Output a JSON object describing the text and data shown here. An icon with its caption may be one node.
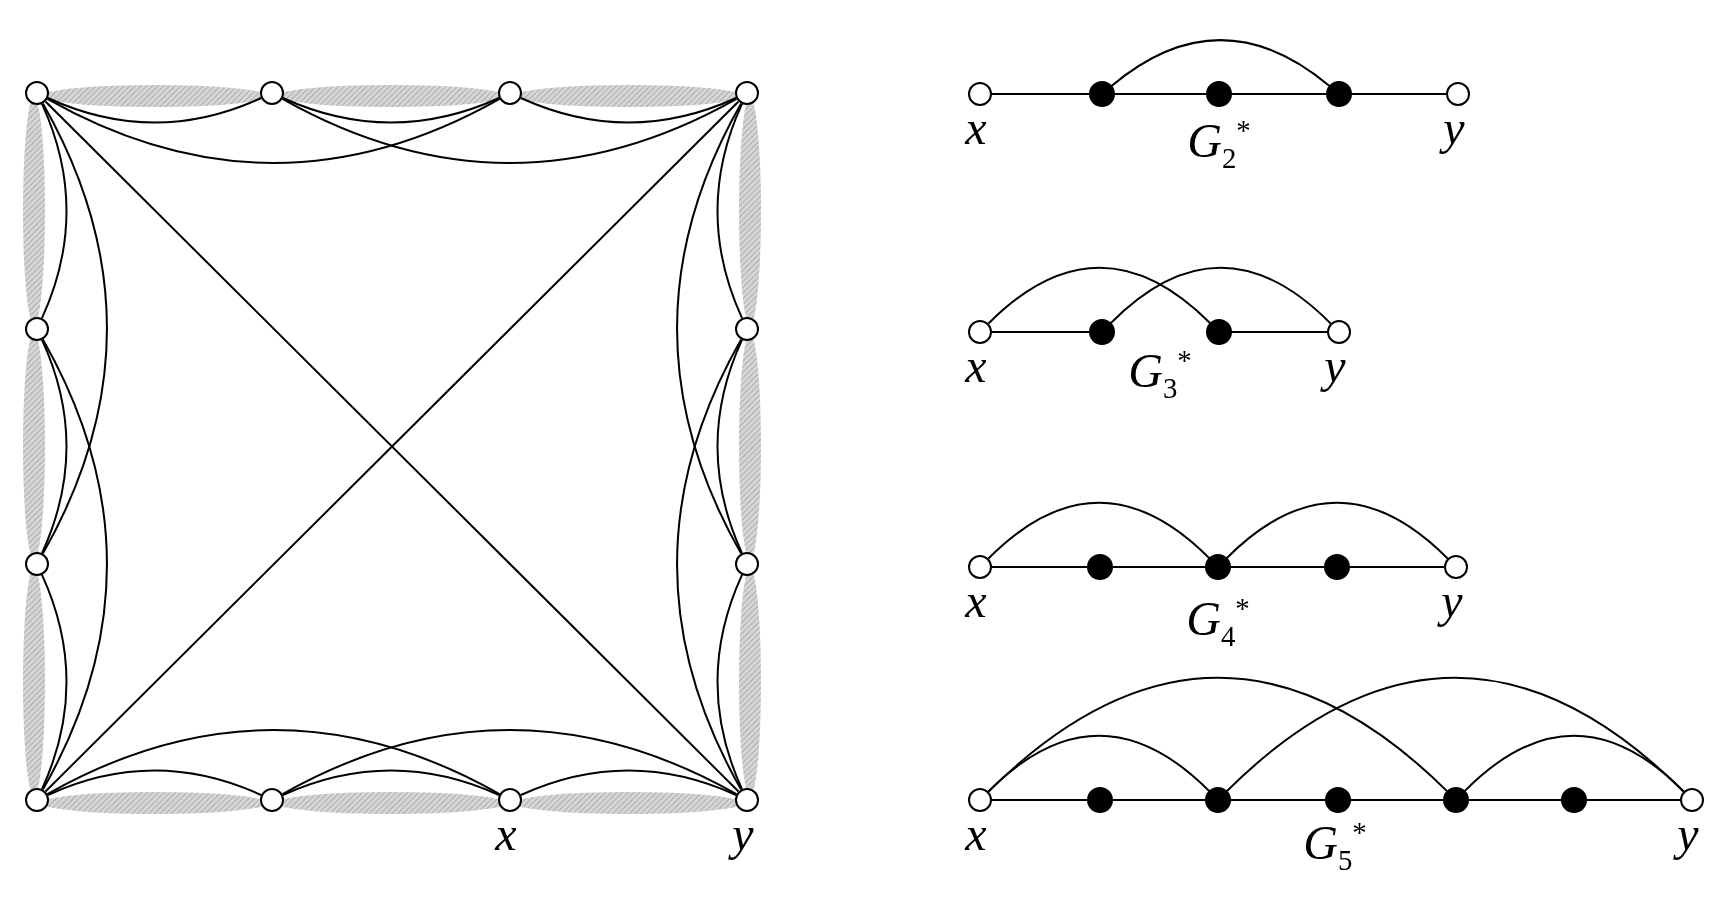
{
  "diagram": {
    "nodes": [
      {
        "text": [],
        "shape": "circle"
      },
      {
        "text": [],
        "shape": "circle"
      },
      {
        "text": [],
        "shape": "circle"
      },
      {
        "text": [],
        "shape": "circle"
      },
      {
        "text": [],
        "shape": "circle"
      },
      {
        "text": [],
        "shape": "circle"
      },
      {
        "text": [],
        "shape": "circle"
      },
      {
        "text": [],
        "shape": "circle"
      },
      {
        "text": [],
        "shape": "circle"
      },
      {
        "text": [],
        "shape": "circle"
      },
      {
        "text": [],
        "shape": "circle",
        "beside": [
          "x"
        ]
      },
      {
        "text": [],
        "shape": "circle",
        "beside": [
          "y"
        ]
      },
      {
        "text": [],
        "shape": "circle",
        "beside": [
          "x"
        ]
      },
      {
        "text": [],
        "shape": "dot"
      },
      {
        "text": [],
        "shape": "dot"
      },
      {
        "text": [],
        "shape": "dot"
      },
      {
        "text": [],
        "shape": "circle",
        "beside": [
          "y"
        ]
      },
      {
        "text": [],
        "shape": "circle",
        "beside": [
          "x"
        ]
      },
      {
        "text": [],
        "shape": "dot"
      },
      {
        "text": [],
        "shape": "dot"
      },
      {
        "text": [],
        "shape": "circle",
        "beside": [
          "y"
        ]
      },
      {
        "text": [],
        "shape": "circle",
        "beside": [
          "x"
        ]
      },
      {
        "text": [],
        "shape": "dot"
      },
      {
        "text": [],
        "shape": "dot"
      },
      {
        "text": [],
        "shape": "dot"
      },
      {
        "text": [],
        "shape": "circle",
        "beside": [
          "y"
        ]
      },
      {
        "text": [],
        "shape": "circle",
        "beside": [
          "x"
        ]
      },
      {
        "text": [],
        "shape": "dot"
      },
      {
        "text": [],
        "shape": "dot"
      },
      {
        "text": [],
        "shape": "dot"
      },
      {
        "text": [],
        "shape": "dot"
      },
      {
        "text": [],
        "shape": "dot"
      },
      {
        "text": [],
        "shape": "circle",
        "beside": [
          "y"
        ]
      }
    ],
    "edges": [
      {
        "from": 0,
        "to": 1,
        "arrow": "none"
      },
      {
        "from": 1,
        "to": 2,
        "arrow": "none"
      },
      {
        "from": 2,
        "to": 3,
        "arrow": "none"
      },
      {
        "from": 0,
        "to": 2,
        "arrow": "none"
      },
      {
        "from": 1,
        "to": 3,
        "arrow": "none"
      },
      {
        "from": 0,
        "to": 4,
        "arrow": "none"
      },
      {
        "from": 4,
        "to": 6,
        "arrow": "none"
      },
      {
        "from": 6,
        "to": 8,
        "arrow": "none"
      },
      {
        "from": 0,
        "to": 6,
        "arrow": "none"
      },
      {
        "from": 4,
        "to": 8,
        "arrow": "none"
      },
      {
        "from": 3,
        "to": 5,
        "arrow": "none"
      },
      {
        "from": 5,
        "to": 7,
        "arrow": "none"
      },
      {
        "from": 7,
        "to": 11,
        "arrow": "none"
      },
      {
        "from": 3,
        "to": 7,
        "arrow": "none"
      },
      {
        "from": 5,
        "to": 11,
        "arrow": "none"
      },
      {
        "from": 8,
        "to": 9,
        "arrow": "none"
      },
      {
        "from": 9,
        "to": 10,
        "arrow": "none"
      },
      {
        "from": 10,
        "to": 11,
        "arrow": "none"
      },
      {
        "from": 8,
        "to": 10,
        "arrow": "none"
      },
      {
        "from": 9,
        "to": 11,
        "arrow": "none"
      },
      {
        "from": 0,
        "to": 11,
        "arrow": "none"
      },
      {
        "from": 3,
        "to": 8,
        "arrow": "none"
      },
      {
        "from": 12,
        "to": 13,
        "arrow": "none"
      },
      {
        "from": 13,
        "to": 14,
        "arrow": "none"
      },
      {
        "from": 14,
        "to": 15,
        "arrow": "none"
      },
      {
        "from": 15,
        "to": 16,
        "arrow": "none"
      },
      {
        "from": 13,
        "to": 15,
        "arrow": "none"
      },
      {
        "from": 17,
        "to": 18,
        "arrow": "none"
      },
      {
        "from": 19,
        "to": 20,
        "arrow": "none"
      },
      {
        "from": 17,
        "to": 19,
        "arrow": "none"
      },
      {
        "from": 18,
        "to": 20,
        "arrow": "none"
      },
      {
        "from": 21,
        "to": 22,
        "arrow": "none"
      },
      {
        "from": 22,
        "to": 23,
        "arrow": "none"
      },
      {
        "from": 23,
        "to": 24,
        "arrow": "none"
      },
      {
        "from": 24,
        "to": 25,
        "arrow": "none"
      },
      {
        "from": 21,
        "to": 23,
        "arrow": "none"
      },
      {
        "from": 23,
        "to": 25,
        "arrow": "none"
      },
      {
        "from": 26,
        "to": 27,
        "arrow": "none"
      },
      {
        "from": 27,
        "to": 28,
        "arrow": "none"
      },
      {
        "from": 28,
        "to": 29,
        "arrow": "none"
      },
      {
        "from": 29,
        "to": 30,
        "arrow": "none"
      },
      {
        "from": 30,
        "to": 31,
        "arrow": "none"
      },
      {
        "from": 31,
        "to": 32,
        "arrow": "none"
      },
      {
        "from": 26,
        "to": 28,
        "arrow": "none"
      },
      {
        "from": 26,
        "to": 30,
        "arrow": "none"
      },
      {
        "from": 28,
        "to": 32,
        "arrow": "none"
      },
      {
        "from": 30,
        "to": 32,
        "arrow": "none"
      }
    ],
    "labels": [
      "*G*$_{2}$$^{*}$",
      "*G*$_{3}$$^{*}$",
      "*G*$_{4}$$^{*}$",
      "*G*$_{5}$$^{*}$"
    ]
  }
}
